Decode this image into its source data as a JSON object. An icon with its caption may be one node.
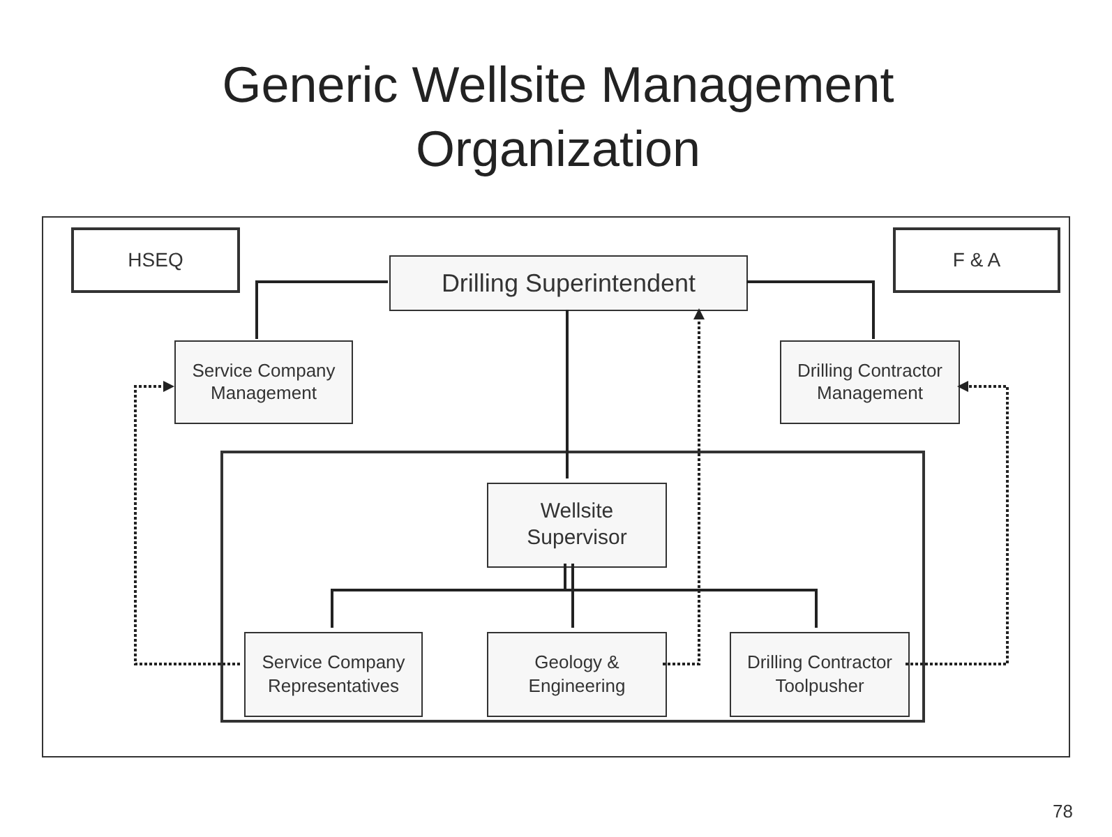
{
  "diagram": {
    "title": "Generic Wellsite Management Organization",
    "nodes": [
      {
        "text": [],
        "shape": "box"
      },
      {
        "text": [
          "HSEQ"
        ],
        "in": 0
      },
      {
        "text": [
          "Drilling Superintendent"
        ],
        "in": 0
      },
      {
        "text": [
          "F & A"
        ],
        "in": 0
      },
      {
        "text": [
          "Service Company Management"
        ],
        "in": 0
      },
      {
        "text": [
          "Drilling Contractor Management"
        ],
        "in": 0
      },
      {
        "text": [],
        "shape": "box",
        "in": 0
      },
      {
        "text": [
          "Wellsite Supervisor"
        ],
        "in": 6
      },
      {
        "text": [
          "Service Company Representatives"
        ],
        "in": 6
      },
      {
        "text": [
          "Geology & Engineering"
        ],
        "in": 6
      },
      {
        "text": [
          "Drilling Contractor Toolpusher"
        ],
        "in": 6
      }
    ],
    "edges": [
      {
        "from": 2,
        "to": 4,
        "arrow": "none"
      },
      {
        "from": 2,
        "to": 5,
        "arrow": "none"
      },
      {
        "from": 2,
        "to": 7,
        "arrow": "none"
      },
      {
        "from": 7,
        "to": 8,
        "arrow": "none"
      },
      {
        "from": 7,
        "to": 9,
        "arrow": "none"
      },
      {
        "from": 7,
        "to": 10,
        "arrow": "none"
      },
      {
        "from": 8,
        "to": 4,
        "arrow": "to",
        "style": "dashed"
      },
      {
        "from": 9,
        "to": 2,
        "arrow": "to",
        "style": "dashed"
      },
      {
        "from": 10,
        "to": 5,
        "arrow": "to",
        "style": "dashed"
      }
    ],
    "labels": [
      "78"
    ]
  }
}
